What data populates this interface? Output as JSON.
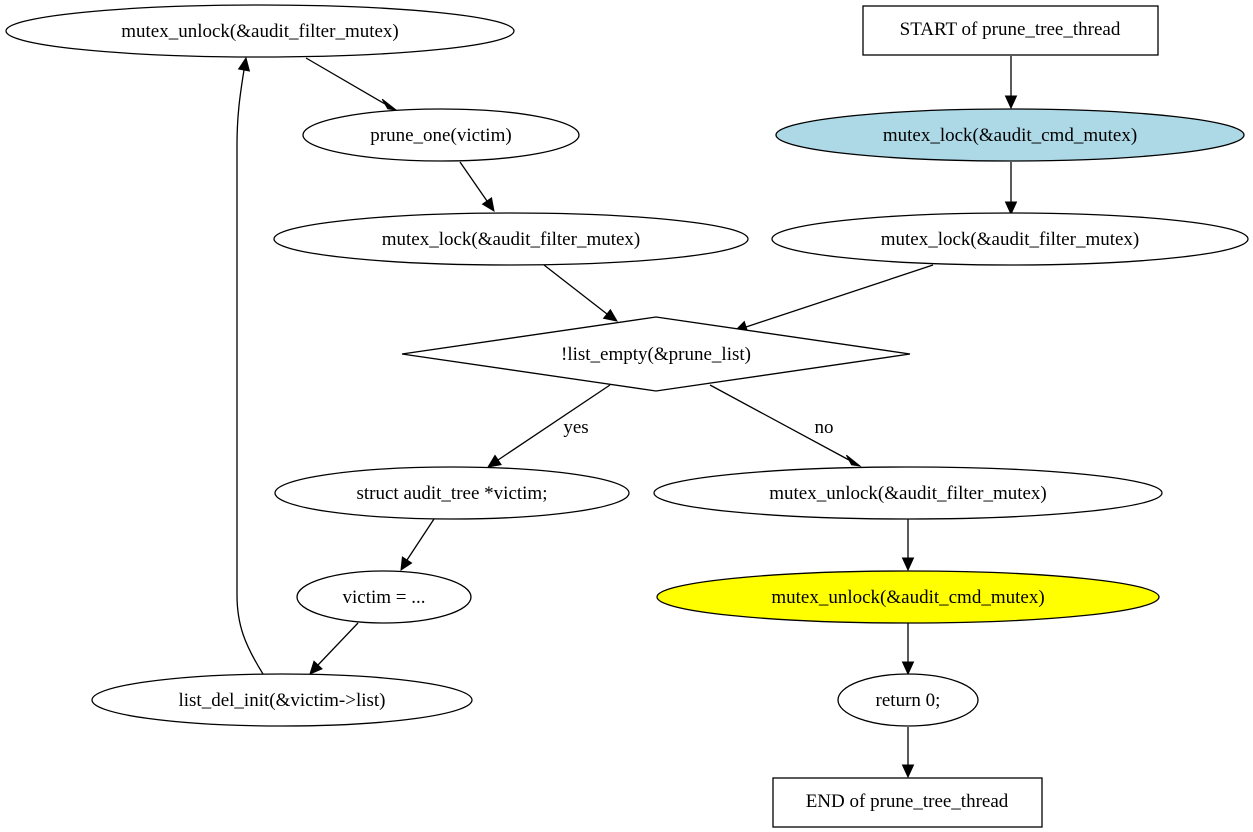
{
  "nodes": {
    "start": {
      "label": "START of prune_tree_thread",
      "shape": "box",
      "fill": "#ffffff"
    },
    "lock_cmd": {
      "label": "mutex_lock(&audit_cmd_mutex)",
      "shape": "ellipse",
      "fill": "#add8e6"
    },
    "lock_filter_right": {
      "label": "mutex_lock(&audit_filter_mutex)",
      "shape": "ellipse",
      "fill": "#ffffff"
    },
    "cond": {
      "label": "!list_empty(&prune_list)",
      "shape": "diamond",
      "fill": "#ffffff"
    },
    "unlock_filter_right": {
      "label": "mutex_unlock(&audit_filter_mutex)",
      "shape": "ellipse",
      "fill": "#ffffff"
    },
    "unlock_cmd": {
      "label": "mutex_unlock(&audit_cmd_mutex)",
      "shape": "ellipse",
      "fill": "#ffff00"
    },
    "ret": {
      "label": "return 0;",
      "shape": "ellipse",
      "fill": "#ffffff"
    },
    "end": {
      "label": "END of prune_tree_thread",
      "shape": "box",
      "fill": "#ffffff"
    },
    "decl": {
      "label": "struct audit_tree *victim;",
      "shape": "ellipse",
      "fill": "#ffffff"
    },
    "assign": {
      "label": "victim = ...",
      "shape": "ellipse",
      "fill": "#ffffff"
    },
    "del": {
      "label": "list_del_init(&victim->list)",
      "shape": "ellipse",
      "fill": "#ffffff"
    },
    "unlock_filter_left": {
      "label": "mutex_unlock(&audit_filter_mutex)",
      "shape": "ellipse",
      "fill": "#ffffff"
    },
    "prune_one": {
      "label": "prune_one(victim)",
      "shape": "ellipse",
      "fill": "#ffffff"
    },
    "lock_filter_left": {
      "label": "mutex_lock(&audit_filter_mutex)",
      "shape": "ellipse",
      "fill": "#ffffff"
    }
  },
  "edges": [
    {
      "from": "start",
      "to": "lock_cmd",
      "label": ""
    },
    {
      "from": "lock_cmd",
      "to": "lock_filter_right",
      "label": ""
    },
    {
      "from": "lock_filter_right",
      "to": "cond",
      "label": ""
    },
    {
      "from": "cond",
      "to": "decl",
      "label": "yes"
    },
    {
      "from": "cond",
      "to": "unlock_filter_right",
      "label": "no"
    },
    {
      "from": "unlock_filter_right",
      "to": "unlock_cmd",
      "label": ""
    },
    {
      "from": "unlock_cmd",
      "to": "ret",
      "label": ""
    },
    {
      "from": "ret",
      "to": "end",
      "label": ""
    },
    {
      "from": "decl",
      "to": "assign",
      "label": ""
    },
    {
      "from": "assign",
      "to": "del",
      "label": ""
    },
    {
      "from": "del",
      "to": "unlock_filter_left",
      "label": ""
    },
    {
      "from": "unlock_filter_left",
      "to": "prune_one",
      "label": ""
    },
    {
      "from": "prune_one",
      "to": "lock_filter_left",
      "label": ""
    },
    {
      "from": "lock_filter_left",
      "to": "cond",
      "label": ""
    }
  ]
}
